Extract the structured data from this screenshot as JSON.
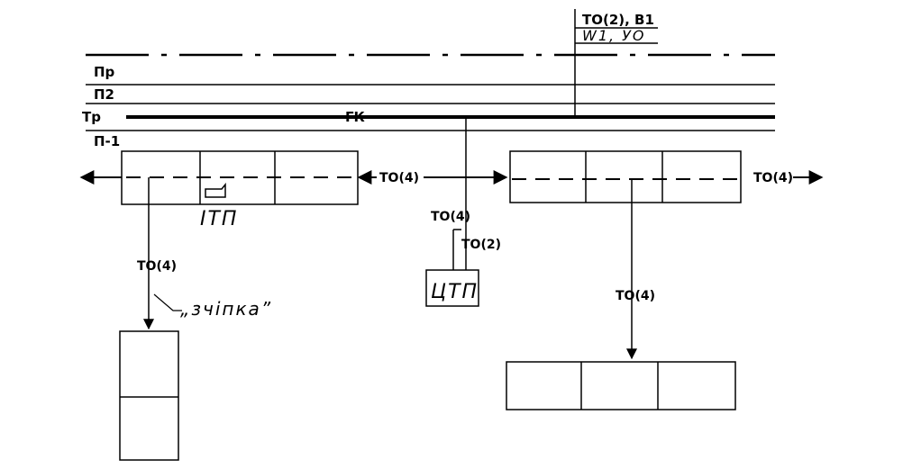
{
  "pipes": {
    "pr": "Пр",
    "p2": "П2",
    "tr": "Тр",
    "p1": "П-1"
  },
  "labels": {
    "gk": "ГК",
    "top_tag_line1": "ТО(2), В1",
    "top_tag_line2": "W1, УО",
    "to4_left_inline": "ТО(4)",
    "to4_right_inline": "ТО(4)",
    "to4_vertical_center": "ТО(4)",
    "to2_center": "ТО(2)",
    "to4_left_down": "ТО(4)",
    "to4_right_down": "ТО(4)",
    "itp": "ІТП",
    "ctp": "ЦТП",
    "zchipka": "„зчіпка”"
  }
}
